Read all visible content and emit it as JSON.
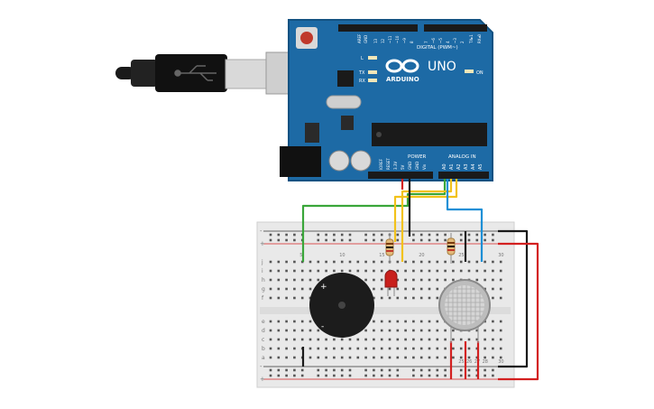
{
  "board": {
    "brand": "ARDUINO",
    "model": "UNO",
    "digital_label": "DIGITAL (PWM~)",
    "power_label": "POWER",
    "analog_label": "ANALOG IN",
    "on_label": "ON",
    "l_label": "L",
    "tx_label": "TX",
    "rx_label": "RX",
    "txrx_header_label": "TX▸1",
    "rx0_header_label": "RX◂0",
    "aref_label": "AREF",
    "gnd_label": "GND",
    "digital_pins": [
      "13",
      "12",
      "~11",
      "~10",
      "~9",
      "8",
      "7",
      "~6",
      "~5",
      "4",
      "~3",
      "2"
    ],
    "power_pins": [
      "IOREF",
      "RESET",
      "3.3V",
      "5V",
      "GND",
      "GND",
      "Vin"
    ],
    "analog_pins": [
      "A0",
      "A1",
      "A2",
      "A3",
      "A4",
      "A5"
    ]
  },
  "breadboard": {
    "rows_left": [
      "j",
      "i",
      "h",
      "g",
      "f"
    ],
    "rows_right": [
      "e",
      "d",
      "c",
      "b",
      "a"
    ],
    "rail_minus": "-",
    "rail_plus": "+",
    "columns_top": [
      "5",
      "10",
      "15",
      "20",
      "25",
      "30"
    ],
    "columns_bottom": [
      "25",
      "26",
      "27",
      "28",
      "30"
    ]
  },
  "colors": {
    "board": "#1d6aa5",
    "board_dark": "#135282",
    "wire_green": "#3aa63a",
    "wire_yellow": "#f2c21b",
    "wire_red": "#d32020",
    "wire_black": "#1a1a1a",
    "wire_blue": "#1a8fd6",
    "led": "#c8201c",
    "breadboard": "#e9e9e9"
  },
  "components": {
    "usb_cable": "usb-b-plug",
    "buzzer": "piezo-buzzer",
    "gas_sensor": "gas-sensor",
    "led": "red-led",
    "resistors": [
      "resistor-1",
      "resistor-2"
    ]
  }
}
